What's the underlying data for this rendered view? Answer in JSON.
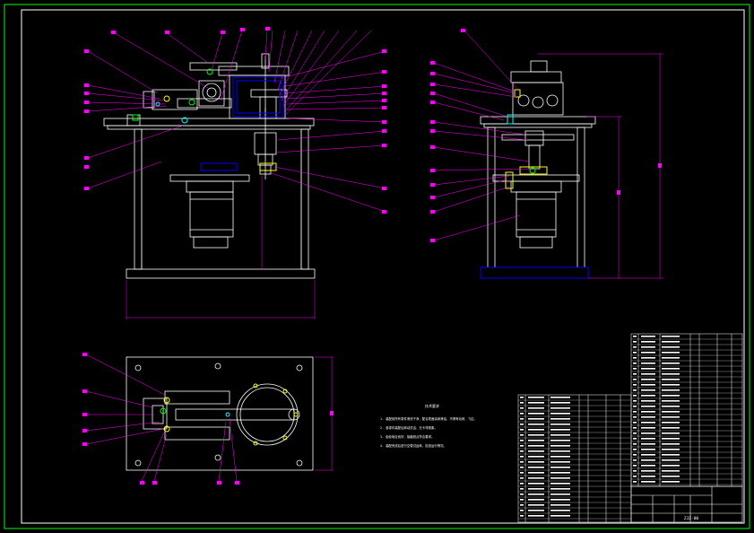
{
  "drawing": {
    "background": "#000000",
    "frame_color": "#00ff00",
    "line_color": "#ffffff",
    "leader_color": "#ff00ff",
    "part_color": "#0000ff",
    "dimension_color": "#ff00ff",
    "notes_title": "技术要求",
    "notes": [
      "1. 装配前所有零件清洗干净，配合表面涂润滑油，不得有毛刺、飞边。",
      "2. 各零件装配后转动灵活，无卡滞现象。",
      "3. 齿轮啮合良好，接触斑点符合要求。",
      "4. 装配完成后进行空载试运转，检查运行情况。"
    ],
    "drawing_number": "ZJZ-00"
  }
}
